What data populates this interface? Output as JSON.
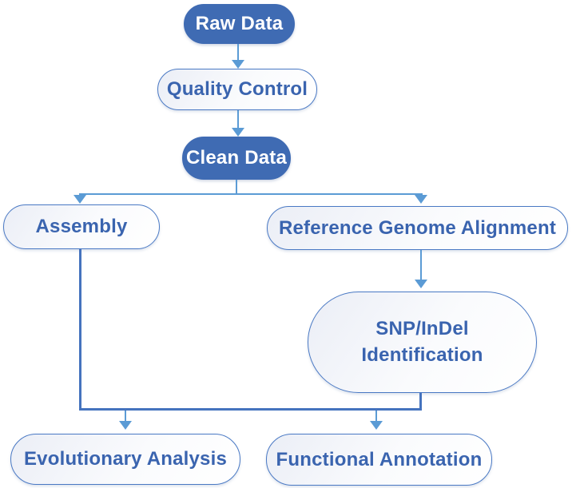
{
  "diagram": {
    "type": "flowchart",
    "nodes": {
      "raw_data": {
        "label": "Raw Data",
        "style": "filled"
      },
      "quality_control": {
        "label": "Quality Control",
        "style": "outline"
      },
      "clean_data": {
        "label": "Clean Data",
        "style": "filled"
      },
      "assembly": {
        "label": "Assembly",
        "style": "outline"
      },
      "reference_genome_alignment": {
        "label": "Reference Genome Alignment",
        "style": "outline"
      },
      "snp_indel_identification": {
        "label": "SNP/InDel Identification",
        "style": "outline"
      },
      "evolutionary_analysis": {
        "label": "Evolutionary Analysis",
        "style": "outline"
      },
      "functional_annotation": {
        "label": "Functional Annotation",
        "style": "outline"
      }
    },
    "edges": [
      {
        "from": "raw_data",
        "to": "quality_control"
      },
      {
        "from": "quality_control",
        "to": "clean_data"
      },
      {
        "from": "clean_data",
        "to": "assembly"
      },
      {
        "from": "clean_data",
        "to": "reference_genome_alignment"
      },
      {
        "from": "reference_genome_alignment",
        "to": "snp_indel_identification"
      },
      {
        "from": "assembly",
        "to": "evolutionary_analysis"
      },
      {
        "from": "snp_indel_identification",
        "to": "functional_annotation"
      }
    ]
  },
  "colors": {
    "canvas_bg": "#ffffff",
    "accent_fill": "#3f6bb3",
    "filled_text": "#ffffff",
    "outline_border": "#4a79c4",
    "outline_text": "#3a64af",
    "light_fill": "#ffffff",
    "light_fill_tint": "#ebeef6",
    "connector_light": "#5b9bd5",
    "connector_dark": "#4573be"
  }
}
